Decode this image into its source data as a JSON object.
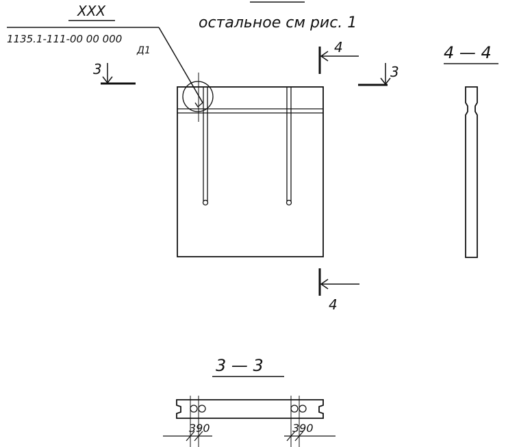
{
  "header": {
    "note": "остальное см рис. 1"
  },
  "callout": {
    "mark": "XXX",
    "document_code": "1135.1-111-00 00 000",
    "detail_ref": "Д1"
  },
  "section_marks": {
    "mark_3_left": "3",
    "mark_3_right": "3",
    "mark_4_top": "4",
    "mark_4_bottom": "4"
  },
  "section_4_4": {
    "title": "4 — 4"
  },
  "section_3_3": {
    "title": "3 — 3",
    "dimension_left": "390",
    "dimension_right": "390"
  }
}
